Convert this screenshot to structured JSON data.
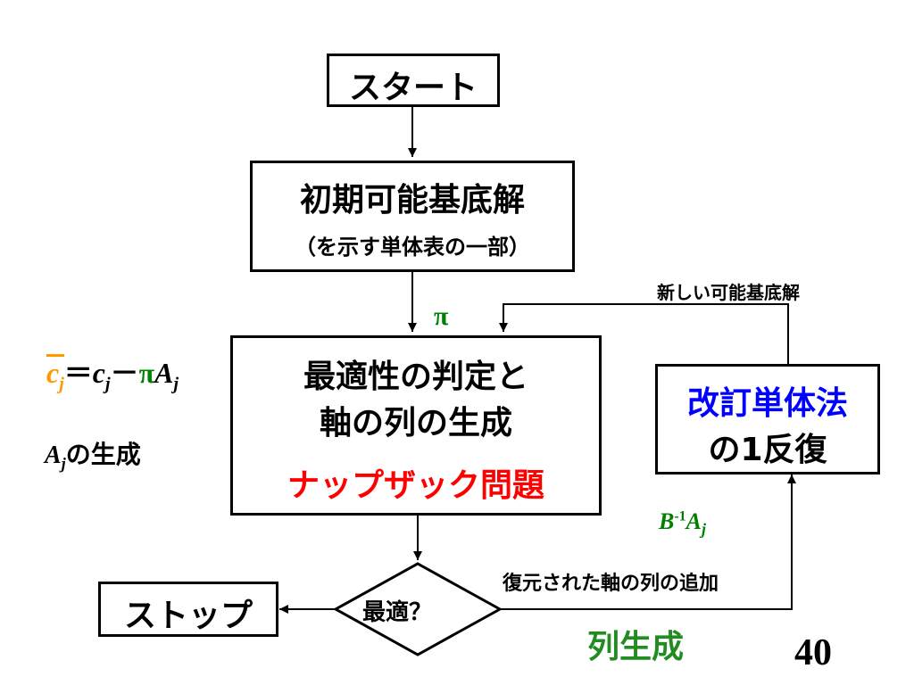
{
  "start": "スタート",
  "init_title": "初期可能基底解",
  "init_sub": "（を示す単体表の一部）",
  "new_solution": "新しい可能基底解",
  "pi": "π",
  "formula": {
    "c": "c",
    "j": "j",
    "eq": "＝",
    "minus": "－",
    "pi": "π",
    "A": "A"
  },
  "aj_gen": {
    "A": "A",
    "j": "j",
    "text": "の生成"
  },
  "main": {
    "line1": "最適性の判定と",
    "line2": "軸の列の生成",
    "line3": "ナップザック問題"
  },
  "revised": {
    "line1": "改訂単体法",
    "line2": "の1反復"
  },
  "binv": {
    "B": "B",
    "sup": "-1",
    "A": "A",
    "j": "j"
  },
  "add_column": "復元された軸の列の追加",
  "diamond": "最適？",
  "stop": "ストップ",
  "colgen": "列生成",
  "page_number": "40",
  "colors": {
    "red": "#ff0000",
    "blue": "#0000ff",
    "green": "#008000",
    "orange": "#ff9900"
  }
}
